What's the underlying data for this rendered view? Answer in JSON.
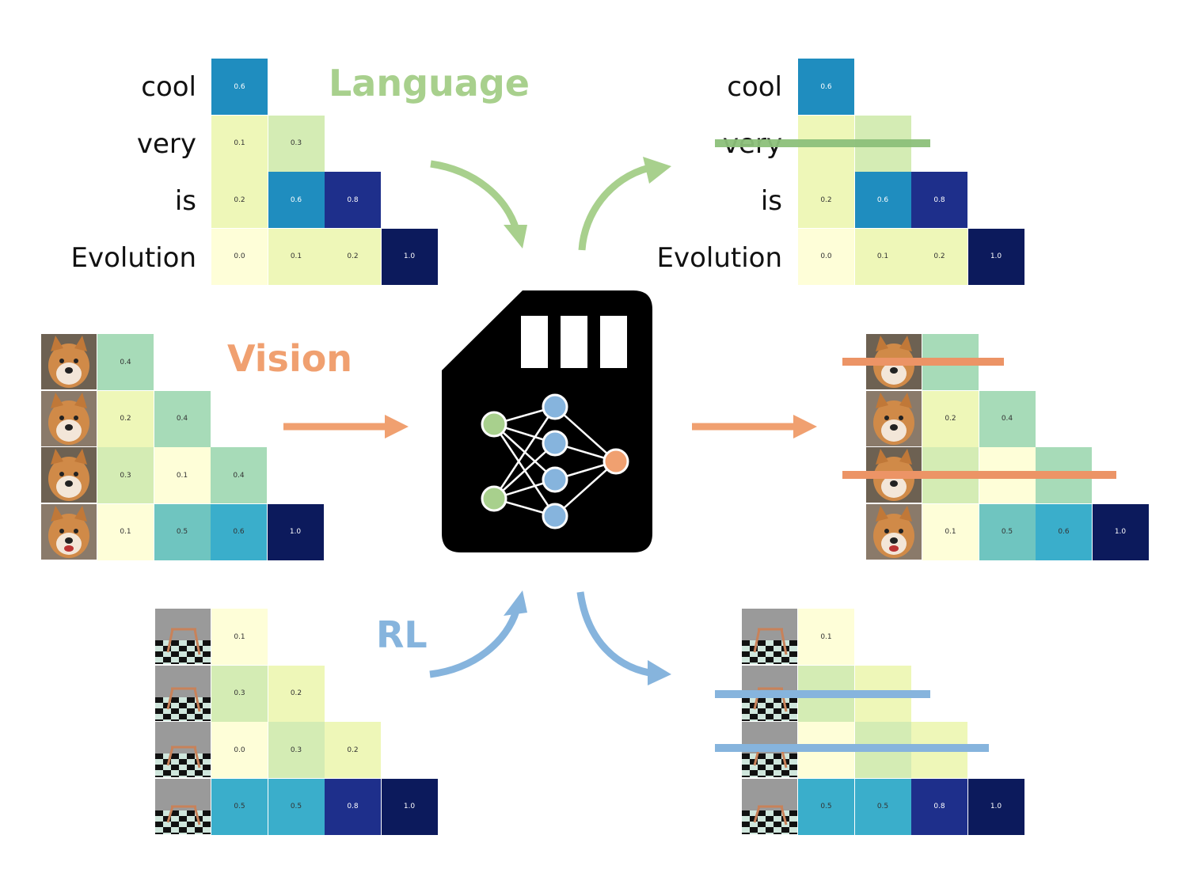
{
  "colors": {
    "language": "#a8d08d",
    "vision": "#f0a070",
    "rl": "#86b4dd",
    "scale": [
      "#fefed8",
      "#eef7b8",
      "#d4ecb4",
      "#a7dbb8",
      "#6fc5c0",
      "#3aaecb",
      "#1f8dbf",
      "#2253a6",
      "#1e2f8b",
      "#0c1a5c"
    ]
  },
  "labels": {
    "language": "Language",
    "vision": "Vision",
    "rl": "RL"
  },
  "words": [
    "cool",
    "very",
    "is",
    "Evolution"
  ],
  "matrices": {
    "language_in": {
      "rows": [
        [
          "0.6"
        ],
        [
          "0.1",
          "0.3"
        ],
        [
          "0.2",
          "0.6",
          "0.8"
        ],
        [
          "0.0",
          "0.1",
          "0.2",
          "1.0"
        ]
      ],
      "levels": [
        [
          6
        ],
        [
          1,
          2
        ],
        [
          1,
          6,
          8
        ],
        [
          0,
          1,
          1,
          9
        ]
      ]
    },
    "language_out": {
      "rows": [
        [
          "0.6"
        ],
        [
          "",
          ""
        ],
        [
          "0.2",
          "0.6",
          "0.8"
        ],
        [
          "0.0",
          "0.1",
          "0.2",
          "1.0"
        ]
      ],
      "levels": [
        [
          6
        ],
        [
          1,
          2
        ],
        [
          1,
          6,
          8
        ],
        [
          0,
          1,
          1,
          9
        ]
      ]
    },
    "vision_in": {
      "rows": [
        [
          "0.4"
        ],
        [
          "0.2",
          "0.4"
        ],
        [
          "0.3",
          "0.1",
          "0.4"
        ],
        [
          "0.1",
          "0.5",
          "0.6",
          "1.0"
        ]
      ],
      "levels": [
        [
          3
        ],
        [
          1,
          3
        ],
        [
          2,
          0,
          3
        ],
        [
          0,
          4,
          5,
          9
        ]
      ]
    },
    "vision_out": {
      "rows": [
        [
          ""
        ],
        [
          "0.2",
          "0.4"
        ],
        [
          "",
          "",
          ""
        ],
        [
          "0.1",
          "0.5",
          "0.6",
          "1.0"
        ]
      ],
      "levels": [
        [
          3
        ],
        [
          1,
          3
        ],
        [
          2,
          0,
          3
        ],
        [
          0,
          4,
          5,
          9
        ]
      ]
    },
    "rl_in": {
      "rows": [
        [
          "0.1"
        ],
        [
          "0.3",
          "0.2"
        ],
        [
          "0.0",
          "0.3",
          "0.2"
        ],
        [
          "0.5",
          "0.5",
          "0.8",
          "1.0"
        ]
      ],
      "levels": [
        [
          0
        ],
        [
          2,
          1
        ],
        [
          0,
          2,
          1
        ],
        [
          5,
          5,
          8,
          9
        ]
      ]
    },
    "rl_out": {
      "rows": [
        [
          "0.1"
        ],
        [
          "",
          ""
        ],
        [
          "",
          "",
          ""
        ],
        [
          "0.5",
          "0.5",
          "0.8",
          "1.0"
        ]
      ],
      "levels": [
        [
          0
        ],
        [
          2,
          1
        ],
        [
          0,
          2,
          1
        ],
        [
          5,
          5,
          8,
          9
        ]
      ]
    }
  },
  "icons": {
    "model": "sd-card-neural-network-icon",
    "dog": "shiba-dog-photo",
    "robot": "mujoco-robot-render"
  }
}
